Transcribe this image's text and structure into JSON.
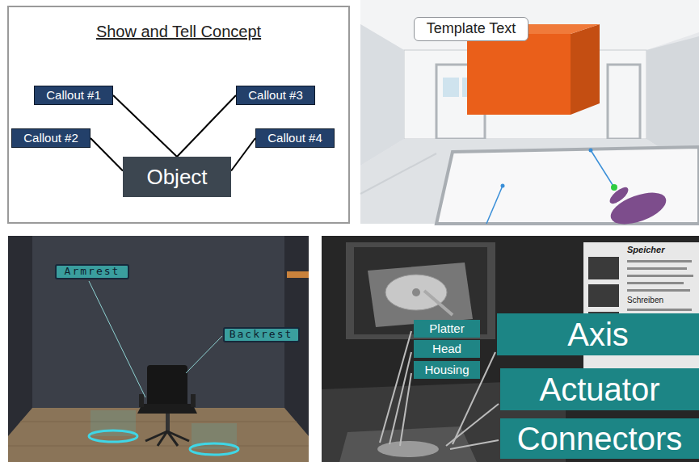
{
  "diagram": {
    "title": "Show and Tell Concept",
    "nodes": [
      {
        "text": [
          "Callout #1"
        ]
      },
      {
        "text": [
          "Callout #2"
        ]
      },
      {
        "text": [
          "Callout #3"
        ]
      },
      {
        "text": [
          "Callout #4"
        ]
      },
      {
        "text": [
          "Object"
        ]
      },
      {
        "text": [
          "Template Text"
        ]
      },
      {
        "text": [
          "Armrest"
        ]
      },
      {
        "text": [
          "Backrest"
        ]
      },
      {
        "text": [
          "Platter"
        ]
      },
      {
        "text": [
          "Head"
        ]
      },
      {
        "text": [
          "Housing"
        ]
      },
      {
        "text": [
          "Axis"
        ]
      },
      {
        "text": [
          "Actuator"
        ]
      },
      {
        "text": [
          "Connectors"
        ]
      }
    ],
    "edges": [
      {
        "from": 0,
        "to": 4,
        "arrow": "none"
      },
      {
        "from": 1,
        "to": 4,
        "arrow": "none"
      },
      {
        "from": 2,
        "to": 4,
        "arrow": "none"
      },
      {
        "from": 3,
        "to": 4,
        "arrow": "none"
      }
    ],
    "labels": [
      "Speicher",
      "Schreiben"
    ]
  }
}
